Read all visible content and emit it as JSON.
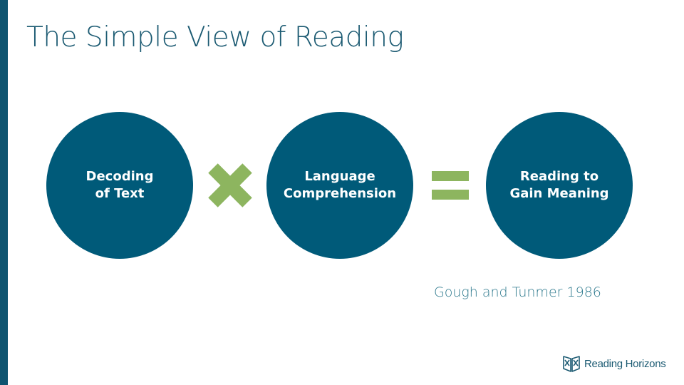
{
  "slide": {
    "title": "The Simple View of Reading",
    "accent_color": "#0f5470",
    "circle_color": "#005a79",
    "operator_color": "#8db55f"
  },
  "circles": [
    {
      "line1": "Decoding",
      "line2": "of Text"
    },
    {
      "line1": "Language",
      "line2": "Comprehension"
    },
    {
      "line1": "Reading to",
      "line2": "Gain Meaning"
    }
  ],
  "operators": [
    "multiply",
    "equals"
  ],
  "citation": "Gough and Tunmer 1986",
  "logo": {
    "text": "Reading Horizons",
    "icon": "reading-horizons-logo-icon"
  }
}
